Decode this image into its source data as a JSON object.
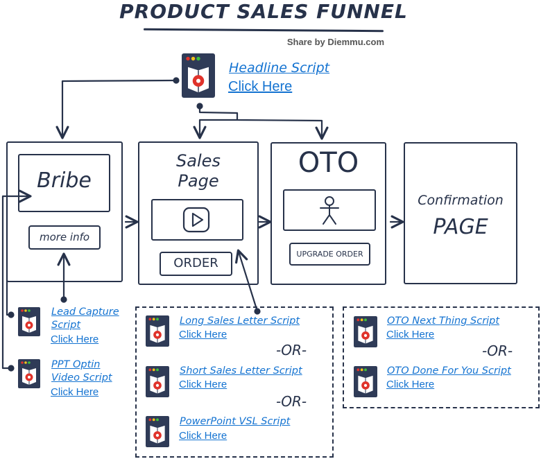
{
  "header": {
    "title": "PRODUCT SALES FUNNEL",
    "byline": "Share by Diemmu.com"
  },
  "headline": {
    "title": "Headline Script",
    "click": "Click Here"
  },
  "stages": {
    "bribe": {
      "title": "Bribe",
      "button": "more info"
    },
    "sales": {
      "title_line1": "Sales",
      "title_line2": "Page",
      "button": "ORDER"
    },
    "oto": {
      "title": "OTO",
      "button": "UPGRADE ORDER"
    },
    "confirmation": {
      "title_line1": "Confirmation",
      "title_line2": "PAGE"
    }
  },
  "left_scripts": [
    {
      "title_line1": "Lead Capture",
      "title_line2": "Script",
      "click": "Click Here"
    },
    {
      "title_line1": "PPT Optin",
      "title_line2": "Video Script",
      "click": "Click Here"
    }
  ],
  "sales_scripts": [
    {
      "title": "Long Sales Letter Script",
      "click": "Click Here"
    },
    {
      "title": "Short Sales Letter Script",
      "click": "Click Here"
    },
    {
      "title": "PowerPoint VSL Script",
      "click": "Click Here"
    }
  ],
  "oto_scripts": [
    {
      "title": "OTO Next Thing Script",
      "click": "Click Here"
    },
    {
      "title": "OTO Done For You Script",
      "click": "Click Here"
    }
  ],
  "or_label": "-OR-",
  "colors": {
    "ink": "#27324a",
    "link": "#1473d1",
    "icon_body": "#2f3b57",
    "icon_red": "#e0332b",
    "icon_green": "#3cc23c",
    "icon_yellow": "#f2c21b"
  },
  "icon_name": "sales-script-book-icon"
}
